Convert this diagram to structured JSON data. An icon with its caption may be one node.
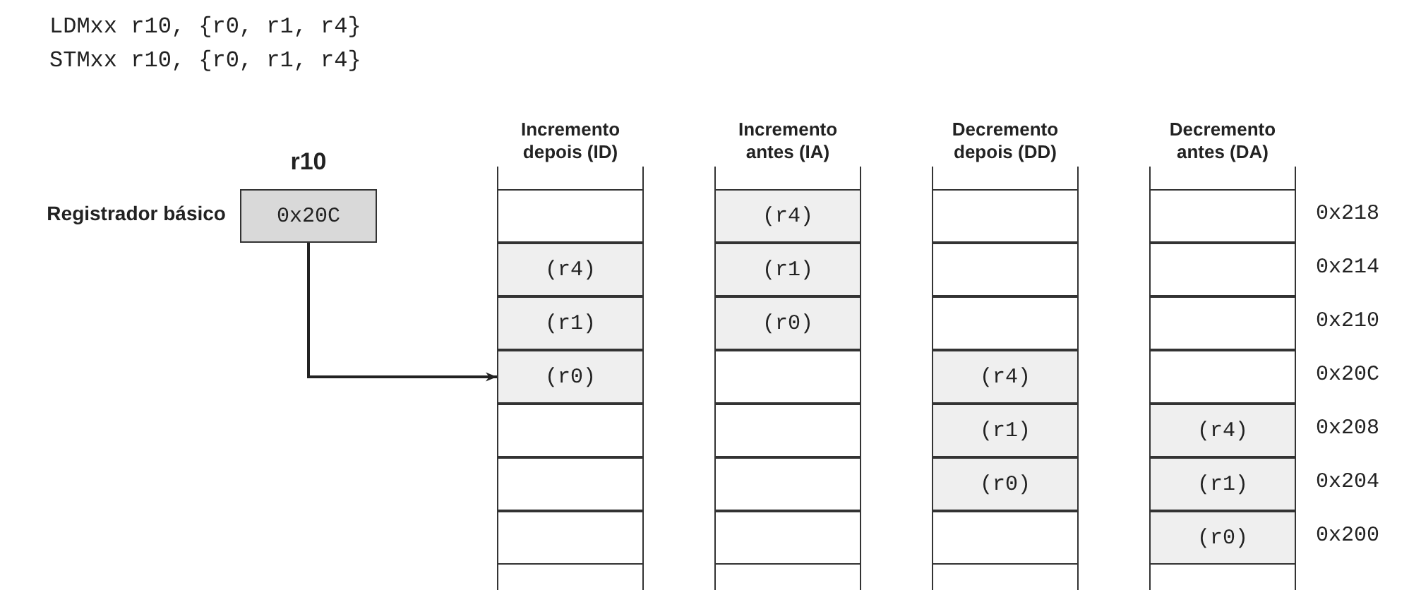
{
  "diagram": {
    "nodes": [
      {
        "text": [
          "r10",
          "0x20C"
        ],
        "beside": [
          "Registrador básico"
        ]
      },
      {
        "text": [
          "Incremento depois (ID)"
        ]
      },
      {
        "text": [],
        "shape": "box",
        "in": 1
      },
      {
        "text": [
          "(r4)"
        ],
        "in": 1
      },
      {
        "text": [
          "(r1)"
        ],
        "in": 1
      },
      {
        "text": [
          "(r0)"
        ],
        "in": 1
      },
      {
        "text": [],
        "shape": "box",
        "in": 1
      },
      {
        "text": [],
        "shape": "box",
        "in": 1
      },
      {
        "text": [],
        "shape": "box",
        "in": 1
      },
      {
        "text": [
          "Incremento antes (IA)"
        ]
      },
      {
        "text": [
          "(r4)"
        ],
        "in": 9
      },
      {
        "text": [
          "(r1)"
        ],
        "in": 9
      },
      {
        "text": [
          "(r0)"
        ],
        "in": 9
      },
      {
        "text": [],
        "shape": "box",
        "in": 9
      },
      {
        "text": [],
        "shape": "box",
        "in": 9
      },
      {
        "text": [],
        "shape": "box",
        "in": 9
      },
      {
        "text": [],
        "shape": "box",
        "in": 9
      },
      {
        "text": [
          "Decremento depois (DD)"
        ]
      },
      {
        "text": [],
        "shape": "box",
        "in": 17
      },
      {
        "text": [],
        "shape": "box",
        "in": 17
      },
      {
        "text": [],
        "shape": "box",
        "in": 17
      },
      {
        "text": [
          "(r4)"
        ],
        "in": 17
      },
      {
        "text": [
          "(r1)"
        ],
        "in": 17
      },
      {
        "text": [
          "(r0)"
        ],
        "in": 17
      },
      {
        "text": [],
        "shape": "box",
        "in": 17
      },
      {
        "text": [
          "Decremento antes (DA)"
        ]
      },
      {
        "text": [],
        "shape": "box",
        "in": 25
      },
      {
        "text": [],
        "shape": "box",
        "in": 25
      },
      {
        "text": [],
        "shape": "box",
        "in": 25
      },
      {
        "text": [],
        "shape": "box",
        "in": 25
      },
      {
        "text": [
          "(r4)"
        ],
        "in": 25
      },
      {
        "text": [
          "(r1)"
        ],
        "in": 25
      },
      {
        "text": [
          "(r0)"
        ],
        "in": 25
      }
    ],
    "edges": [
      {
        "from": 0,
        "to": 5,
        "arrow": "to"
      }
    ],
    "labels": [
      "LDMxx r10, {r0, r1, r4}",
      "STMxx r10, {r0, r1, r4}",
      "0x218",
      "0x214",
      "0x210",
      "0x20C",
      "0x208",
      "0x204",
      "0x200"
    ]
  }
}
